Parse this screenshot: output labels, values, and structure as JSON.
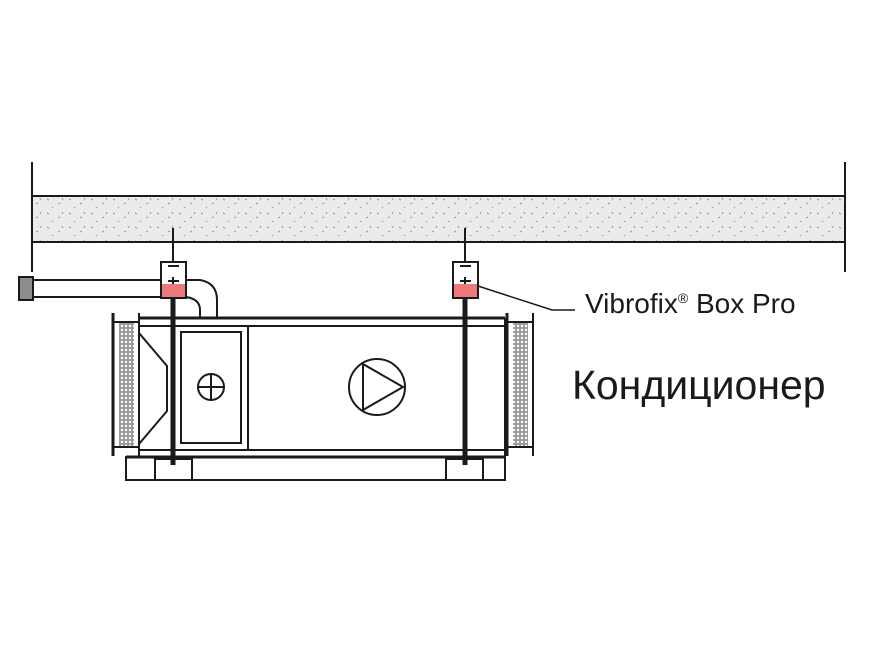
{
  "labels": {
    "mount_name": "Vibrofix",
    "mount_reg": "®",
    "mount_suffix": " Box Pro",
    "unit_name": "Кондиционер"
  },
  "colors": {
    "mount_damper": "#ec7a7a",
    "slab": "#e8e8e8",
    "line": "#1a1a1a",
    "cap": "#8c8c8c"
  }
}
